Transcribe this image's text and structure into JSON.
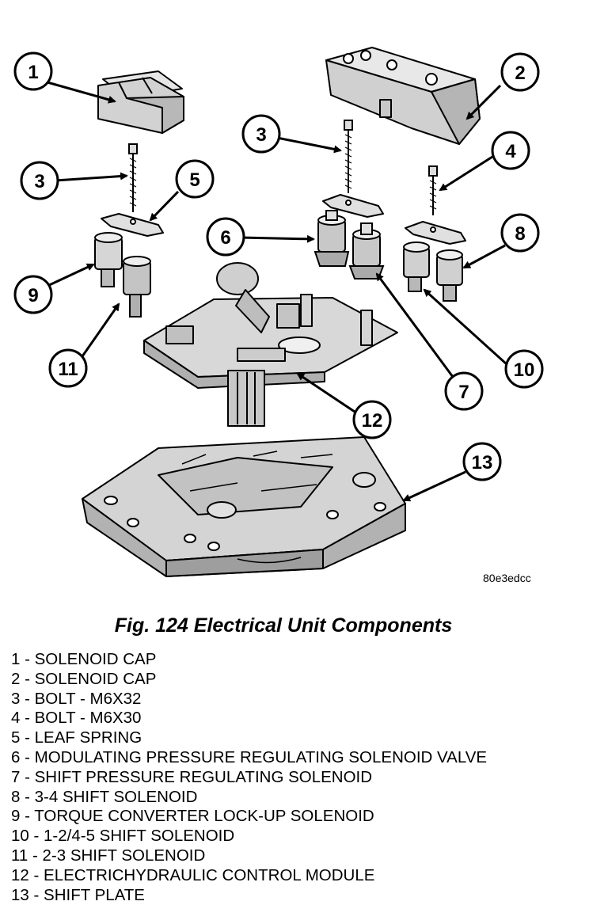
{
  "figure": {
    "code": "80e3edcc",
    "caption": "Fig. 124 Electrical Unit Components",
    "callouts": [
      "1",
      "2",
      "3",
      "3",
      "4",
      "5",
      "6",
      "7",
      "8",
      "9",
      "10",
      "11",
      "12",
      "13"
    ]
  },
  "legend": [
    "1 - SOLENOID CAP",
    "2 - SOLENOID CAP",
    "3 - BOLT - M6X32",
    "4 - BOLT - M6X30",
    "5 - LEAF SPRING",
    "6 - MODULATING PRESSURE REGULATING SOLENOID VALVE",
    "7 - SHIFT PRESSURE REGULATING SOLENOID",
    "8 - 3-4 SHIFT SOLENOID",
    "9 - TORQUE CONVERTER LOCK-UP SOLENOID",
    "10 - 1-2/4-5 SHIFT SOLENOID",
    "11 - 2-3 SHIFT SOLENOID",
    "12 - ELECTRICHYDRAULIC CONTROL MODULE",
    "13 - SHIFT PLATE"
  ]
}
